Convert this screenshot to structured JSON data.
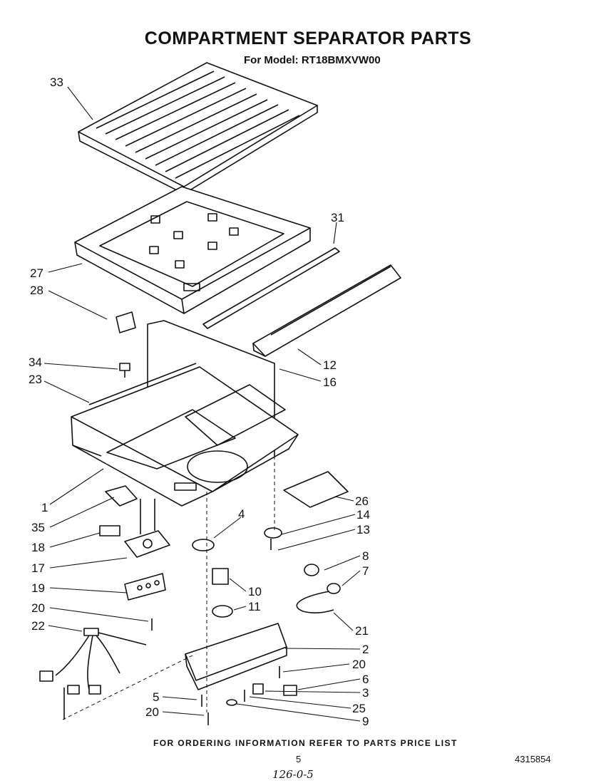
{
  "title": "COMPARTMENT SEPARATOR PARTS",
  "subtitle": "For Model: RT18BMXVW00",
  "footer_note": "FOR ORDERING INFORMATION REFER TO PARTS PRICE LIST",
  "page_number": "5",
  "document_number": "4315854",
  "handwritten_note": "126-0-5",
  "callouts": {
    "n33": "33",
    "n31": "31",
    "n27": "27",
    "n28": "28",
    "n12": "12",
    "n34": "34",
    "n23": "23",
    "n16": "16",
    "n1": "1",
    "n26": "26",
    "n35": "35",
    "n4": "4",
    "n14": "14",
    "n13": "13",
    "n18": "18",
    "n8": "8",
    "n17": "17",
    "n7": "7",
    "n19": "19",
    "n10": "10",
    "n20a": "20",
    "n11": "11",
    "n21": "21",
    "n22": "22",
    "n2": "2",
    "n20b": "20",
    "n6": "6",
    "n5": "5",
    "n3": "3",
    "n25": "25",
    "n20c": "20",
    "n9": "9"
  }
}
